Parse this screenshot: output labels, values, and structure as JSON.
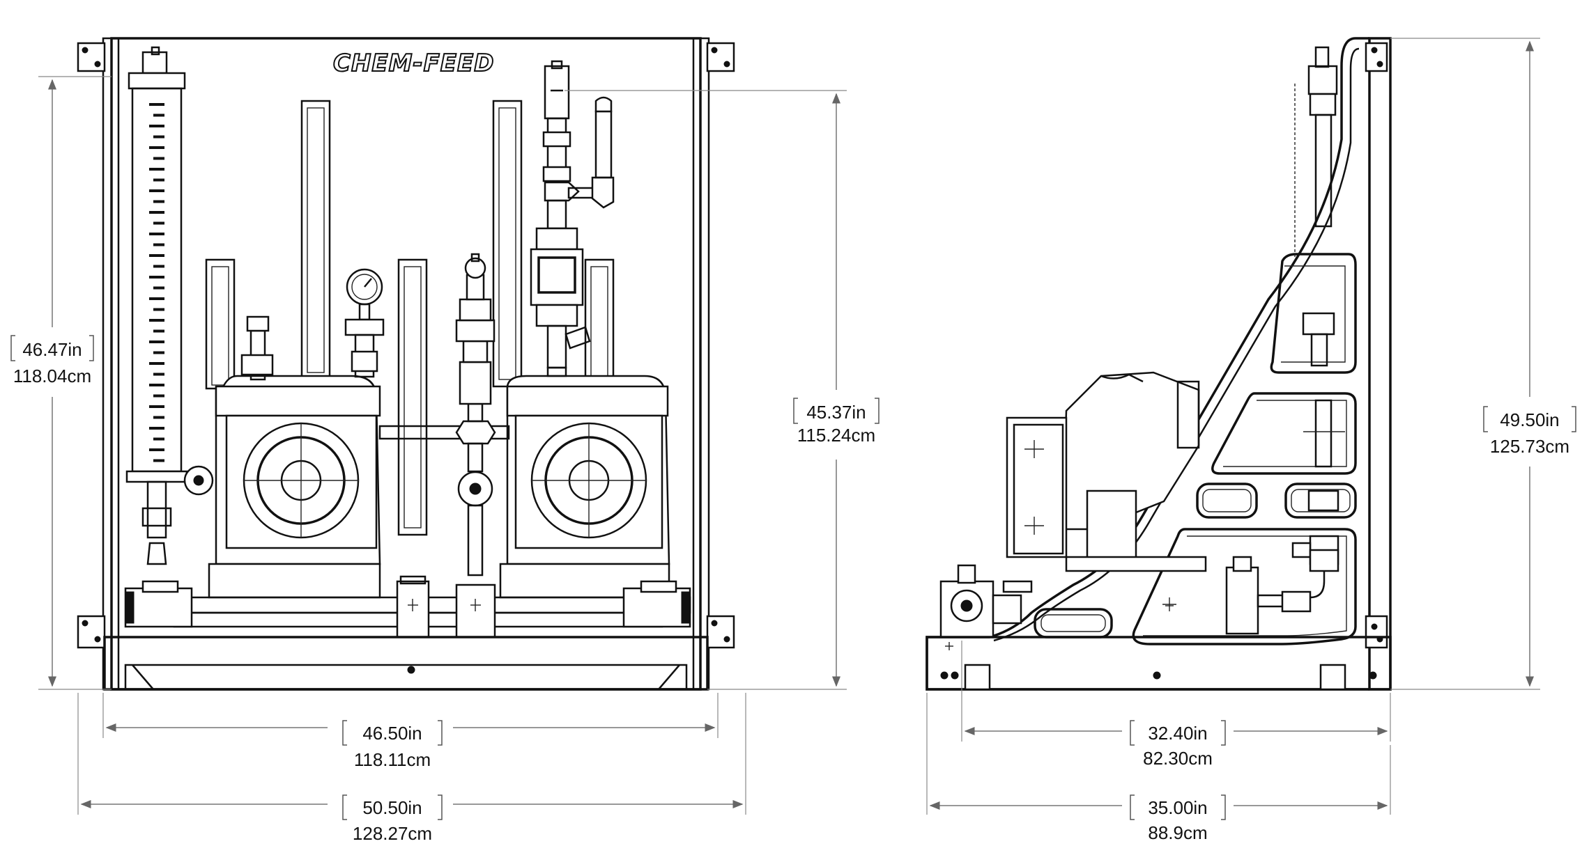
{
  "brand": {
    "logo_text": "CHEM-FEED"
  },
  "front_view": {
    "dimensions": [
      {
        "id": "left_height",
        "imperial": "46.47in",
        "metric": "118.04cm"
      },
      {
        "id": "frame_height",
        "imperial": "45.37in",
        "metric": "115.24cm"
      },
      {
        "id": "inner_width",
        "imperial": "46.50in",
        "metric": "118.11cm"
      },
      {
        "id": "overall_width",
        "imperial": "50.50in",
        "metric": "128.27cm"
      }
    ]
  },
  "side_view": {
    "dimensions": [
      {
        "id": "overall_height",
        "imperial": "49.50in",
        "metric": "125.73cm"
      },
      {
        "id": "inner_depth",
        "imperial": "32.40in",
        "metric": "82.30cm"
      },
      {
        "id": "overall_depth",
        "imperial": "35.00in",
        "metric": "88.9cm"
      }
    ]
  }
}
